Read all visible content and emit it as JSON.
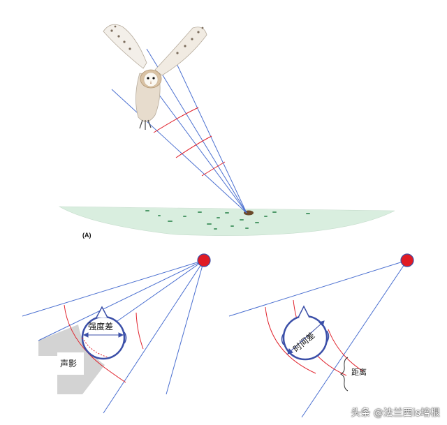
{
  "panel_a": {
    "label": "(A)"
  },
  "left_diagram": {
    "intensity_label": "强度差",
    "shadow_label": "声影"
  },
  "right_diagram": {
    "time_label": "时间差",
    "distance_label": "距离"
  },
  "watermark": "头条 @法兰西is培根",
  "colors": {
    "ray": "#4a6fd0",
    "arc": "#e0202a",
    "source": "#e01b24",
    "source_stroke": "#3b4fa8",
    "ground": "#d9eedf",
    "shadow": "#d3d3d3"
  }
}
